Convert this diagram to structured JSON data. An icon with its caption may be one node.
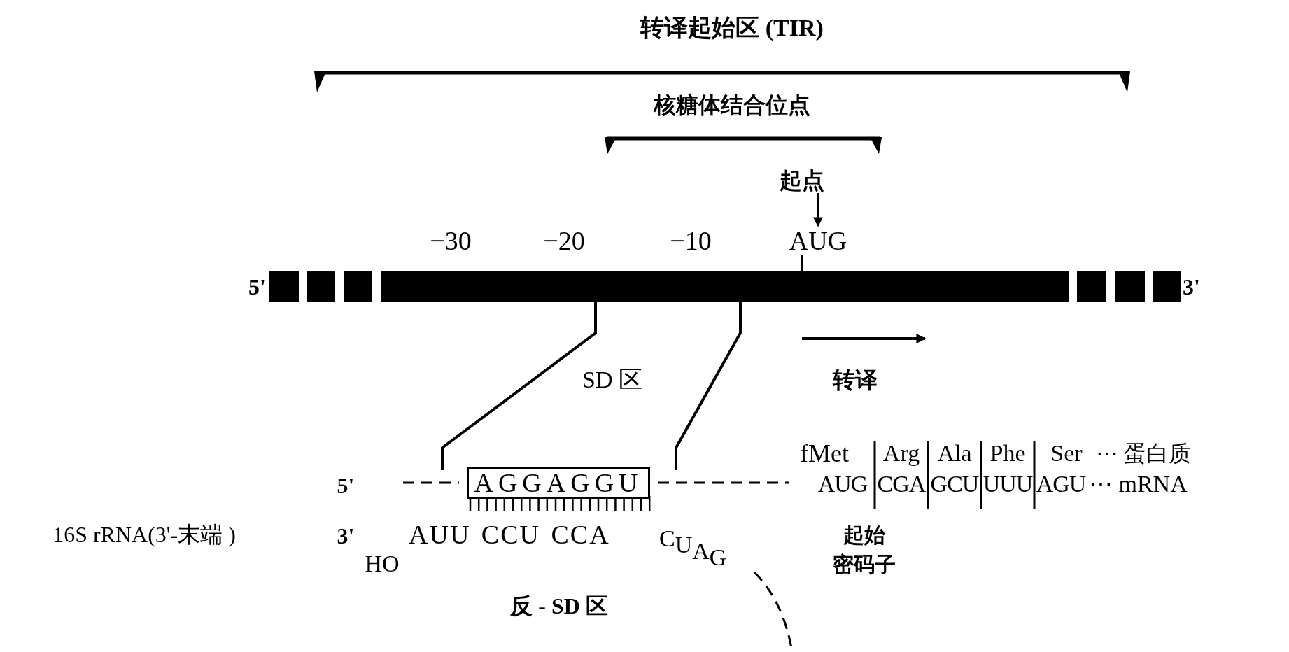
{
  "diagram": {
    "title": "转译起始区 (TIR)",
    "nodes": [
      {
        "text": [
          "起点"
        ]
      },
      {
        "text": [
          "AUG"
        ]
      },
      {
        "text": [
          "AGGAGGU"
        ]
      }
    ],
    "edges": [
      {
        "from": 0,
        "to": 1,
        "arrow": "to"
      }
    ],
    "labels": [
      "核糖体结合位点",
      "−30",
      "−20",
      "−10",
      "5'",
      "3'",
      "SD 区",
      "转译",
      "fMet",
      "Arg",
      "Ala",
      "Phe",
      "Ser",
      "⋯ 蛋白质",
      "5'",
      "AUG",
      "CGA",
      "GCU",
      "UUU",
      "AGU",
      "⋯ mRNA",
      "16S rRNA(3'-末端 )",
      "3'",
      "AUU CCU CCA",
      "CUAG",
      "HO",
      "起始密码子",
      "反 - SD 区"
    ]
  }
}
